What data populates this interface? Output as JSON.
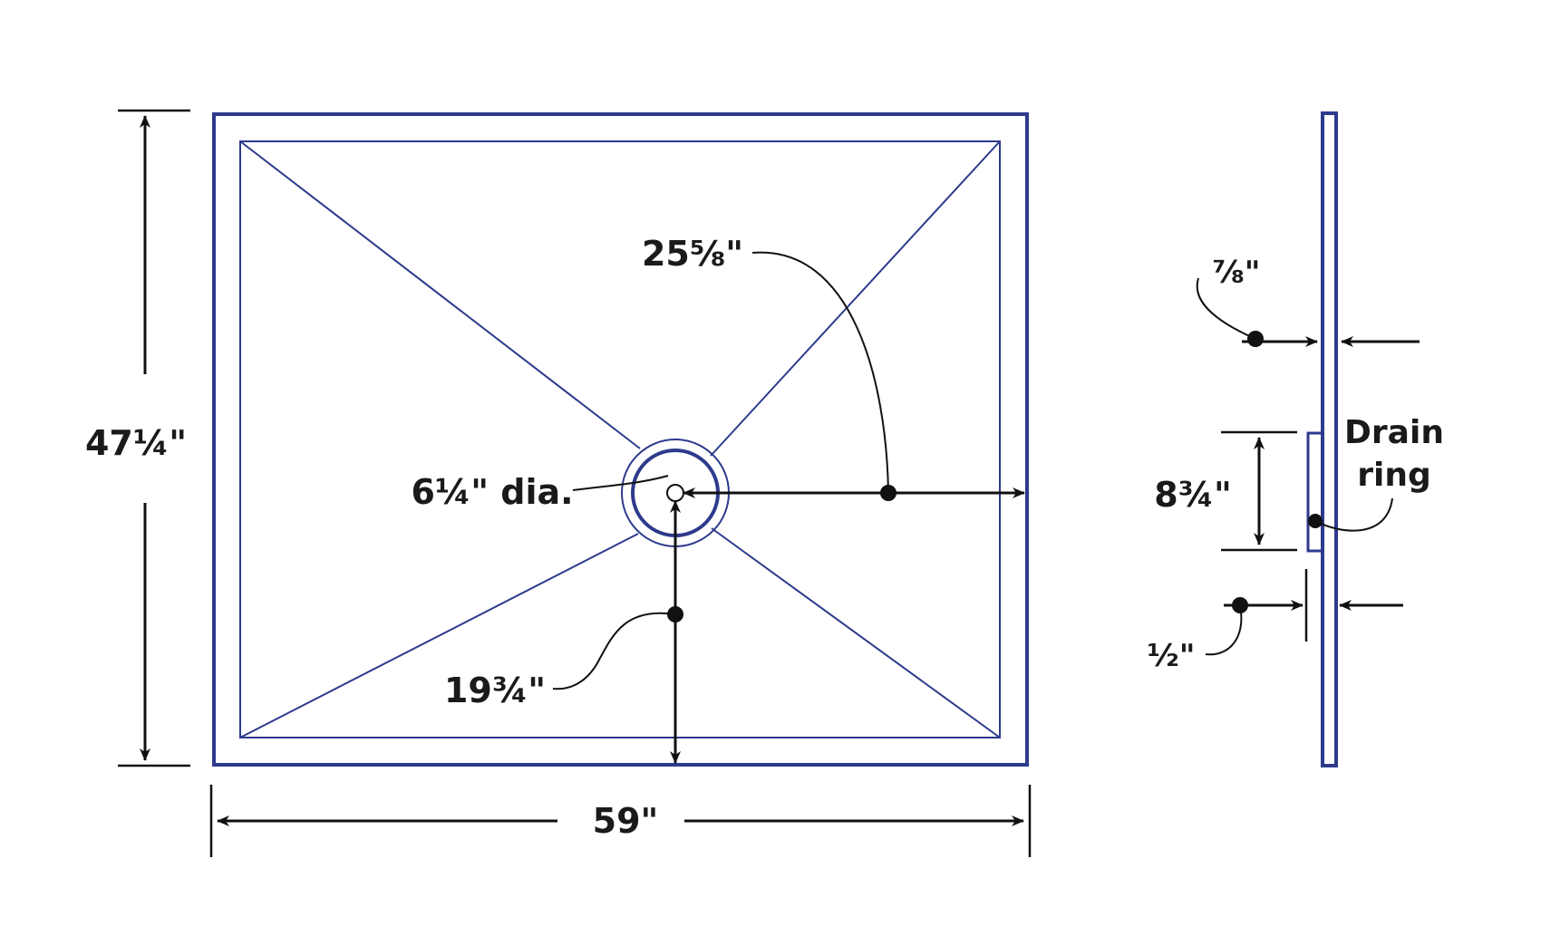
{
  "colors": {
    "outline": "#2e3a8c",
    "dimension": "#111111",
    "background": "#ffffff"
  },
  "labels": {
    "height": "47¼\"",
    "width": "59\"",
    "drain_to_right": "25⅝\"",
    "drain_dia": "6¼\" dia.",
    "drain_to_bottom": "19¾\"",
    "thickness": "⅞\"",
    "ring_height": "8¾\"",
    "ring_depth": "½\"",
    "drain_ring_line1": "Drain",
    "drain_ring_line2": "ring"
  }
}
